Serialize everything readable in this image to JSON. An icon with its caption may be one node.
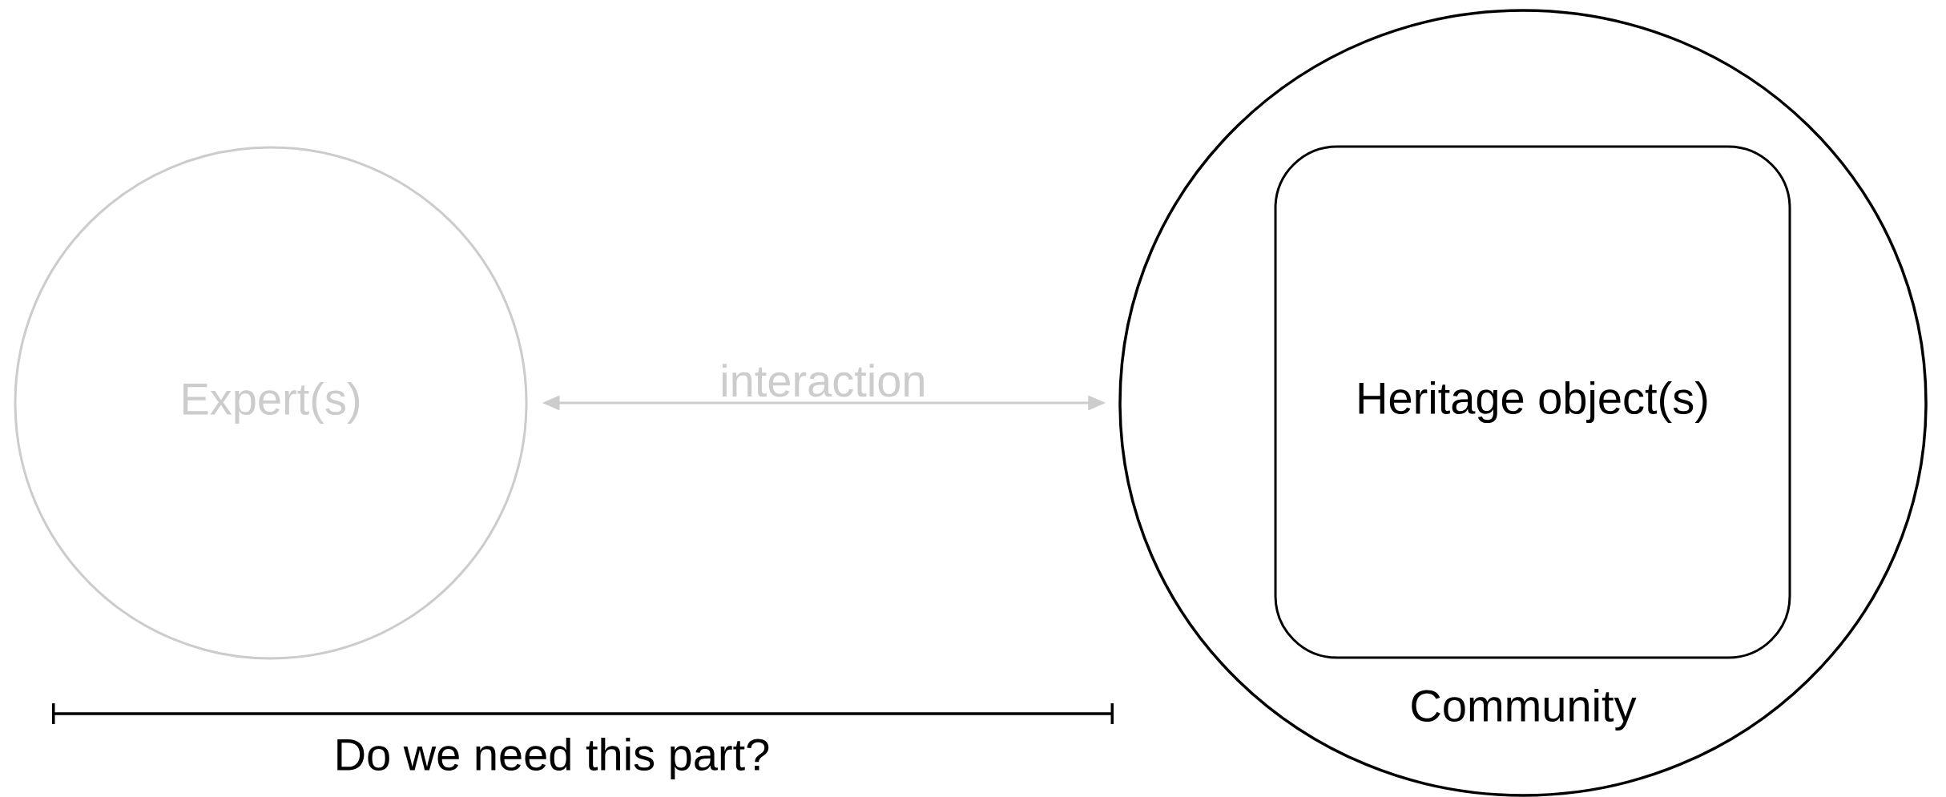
{
  "diagram": {
    "nodes": [
      {
        "text": [
          "Expert(s)"
        ]
      },
      {
        "text": [
          "Community"
        ]
      },
      {
        "text": [
          "Heritage object(s)"
        ],
        "in": 1
      }
    ],
    "edges": [
      {
        "from": 0,
        "to": 1,
        "arrow": "both",
        "label": "interaction",
        "color": "#cccccc"
      }
    ],
    "labels": [
      "Do we need this part?"
    ]
  }
}
